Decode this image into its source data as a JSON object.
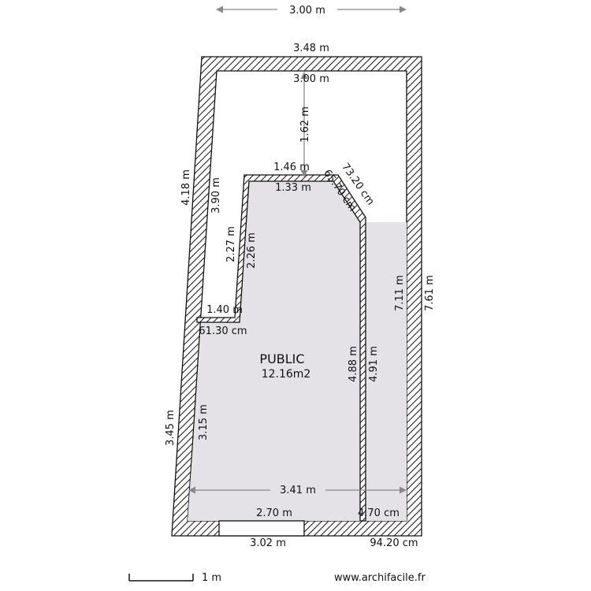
{
  "plan": {
    "room_name": "PUBLIC",
    "room_area": "12.16m2",
    "dimensions": {
      "top_outer_span": "3.00 m",
      "top_wall_outer": "3.48 m",
      "top_wall_inner": "3.00 m",
      "vertical_clear": "1.62 m",
      "left_wall_upper_outer": "4.18 m",
      "left_wall_upper_inner": "3.90 m",
      "notch_top_outer": "1.46 m",
      "notch_top_inner": "1.33 m",
      "diag_outer": "73.20 cm",
      "diag_inner": "65.70 cm",
      "notch_left_outer": "2.27 m",
      "notch_left_inner": "2.26 m",
      "notch_step_upper": "1.40 m",
      "notch_step_lower": "61.30 cm",
      "right_wall_inner": "7.11 m",
      "right_wall_outer": "7.61 m",
      "partition_left": "4.88 m",
      "partition_right": "4.91 m",
      "left_wall_lower_outer": "3.45 m",
      "left_wall_lower_inner": "3.15 m",
      "interior_width": "3.41 m",
      "bottom_inner": "2.70 m",
      "bottom_corridor": "4.70 cm",
      "door_opening": "3.02 m",
      "bottom_right_segment": "94.20 cm"
    }
  },
  "scale_label": "1 m",
  "watermark": "www.archifacile.fr"
}
